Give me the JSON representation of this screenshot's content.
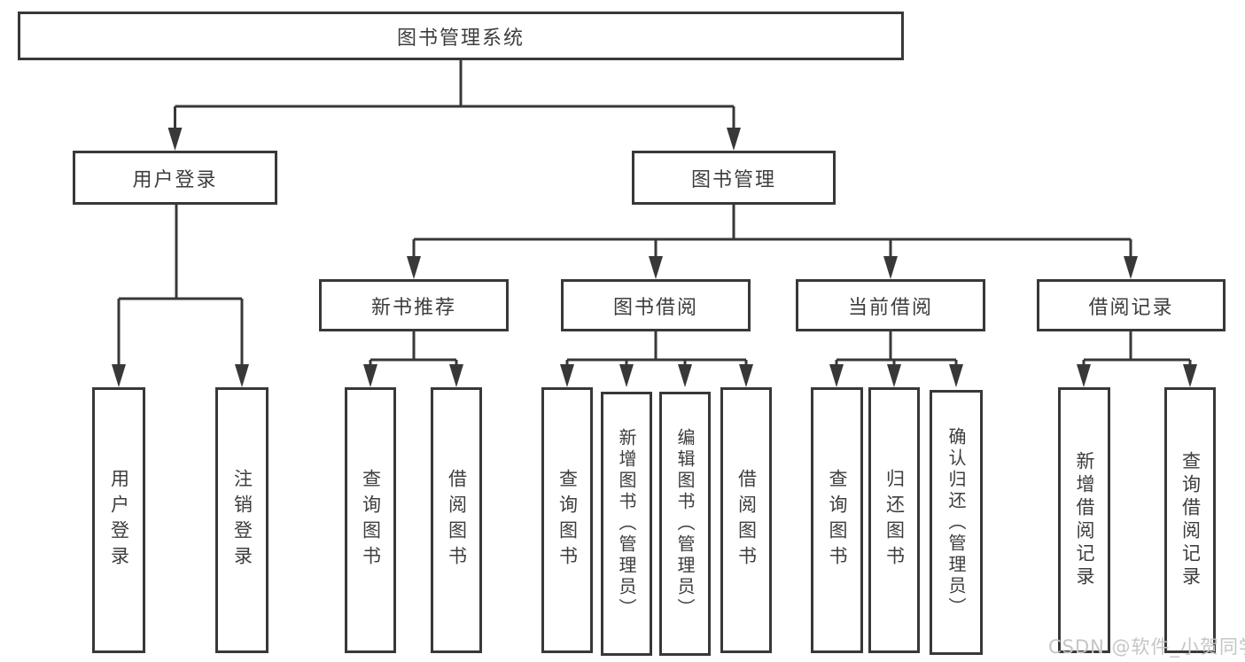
{
  "diagram": {
    "root": "图书管理系统",
    "branches": {
      "user_login": "用户登录",
      "book_management": "图书管理"
    },
    "modules": {
      "new_books": "新书推荐",
      "book_borrowing": "图书借阅",
      "current_borrowing": "当前借阅",
      "borrowing_records": "借阅记录"
    },
    "leaves": {
      "user_login": [
        "用户登录",
        "注销登录"
      ],
      "new_books": [
        "查询图书",
        "借阅图书"
      ],
      "book_borrowing": [
        "查询图书",
        "新增图书（管理员）",
        "编辑图书（管理员）",
        "借阅图书"
      ],
      "current_borrowing": [
        "查询图书",
        "归还图书",
        "确认归还（管理员）"
      ],
      "borrowing_records": [
        "新增借阅记录",
        "查询借阅记录"
      ]
    },
    "colors": {
      "line": "#383838",
      "box_border": "#383838",
      "text": "#3d3d3d",
      "background": "#ffffff"
    }
  },
  "watermark": "CSDN @软件_小贺同学"
}
